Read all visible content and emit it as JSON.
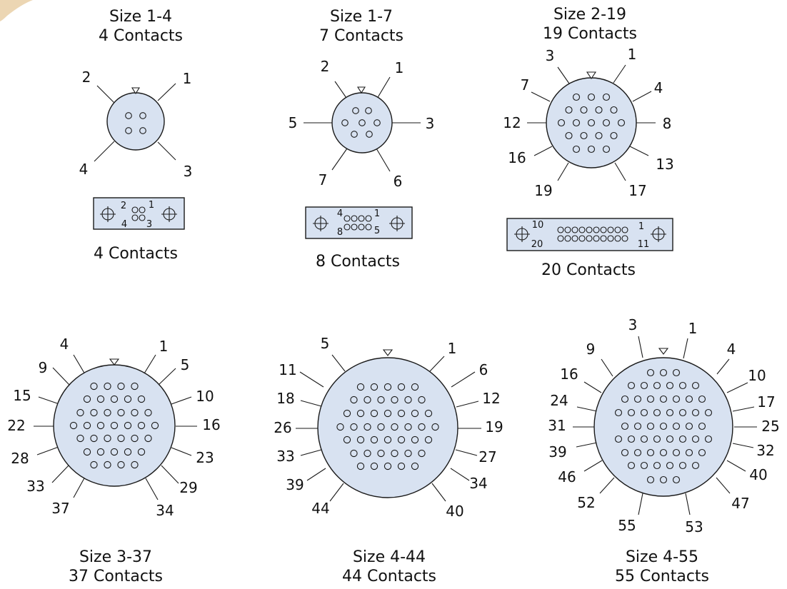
{
  "connectors": [
    {
      "size": "Size 1-4",
      "contacts": "4 Contacts",
      "pin_labels": [
        "2",
        "1",
        "4",
        "3"
      ],
      "pin_count": 4
    },
    {
      "size": "Size 1-7",
      "contacts": "7 Contacts",
      "pin_labels": [
        "2",
        "1",
        "5",
        "3",
        "7",
        "6"
      ],
      "pin_count": 7
    },
    {
      "size": "Size 2-19",
      "contacts": "19 Contacts",
      "pin_labels": [
        "3",
        "1",
        "7",
        "4",
        "12",
        "8",
        "16",
        "13",
        "19",
        "17"
      ],
      "pin_count": 19
    },
    {
      "size": "Size 3-37",
      "contacts": "37 Contacts",
      "pin_labels": [
        "4",
        "1",
        "9",
        "5",
        "15",
        "10",
        "22",
        "16",
        "28",
        "23",
        "33",
        "29",
        "37",
        "34"
      ],
      "pin_count": 37
    },
    {
      "size": "Size 4-44",
      "contacts": "44 Contacts",
      "pin_labels": [
        "5",
        "1",
        "11",
        "6",
        "18",
        "12",
        "26",
        "19",
        "33",
        "27",
        "39",
        "34",
        "44",
        "40"
      ],
      "pin_count": 44
    },
    {
      "size": "Size 4-55",
      "contacts": "55 Contacts",
      "pin_labels": [
        "3",
        "1",
        "9",
        "4",
        "16",
        "10",
        "24",
        "17",
        "31",
        "25",
        "39",
        "32",
        "46",
        "40",
        "52",
        "47",
        "55",
        "53"
      ],
      "pin_count": 55
    }
  ],
  "rect_connectors": [
    {
      "caption": "4 Contacts",
      "pin_labels": [
        "2",
        "1",
        "4",
        "3"
      ]
    },
    {
      "caption": "8 Contacts",
      "pin_labels": [
        "4",
        "1",
        "8",
        "5"
      ]
    },
    {
      "caption": "20 Contacts",
      "pin_labels": [
        "10",
        "1",
        "20",
        "11"
      ]
    }
  ],
  "colors": {
    "face": "#d8e2f1",
    "line": "#1a1a1a"
  }
}
